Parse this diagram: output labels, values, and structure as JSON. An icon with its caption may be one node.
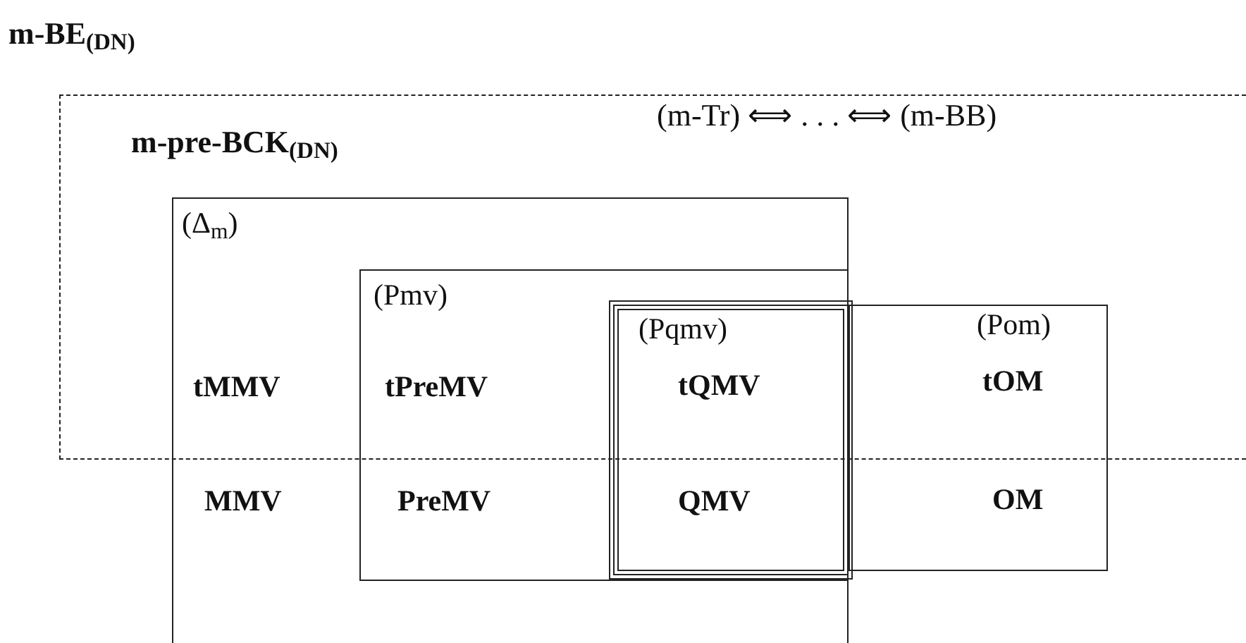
{
  "diagram": {
    "title": "m-BE$_{(DN)}$",
    "nodes": [
      {
        "text": [
          "m-pre-BCK$_{(DN)}$"
        ]
      },
      {
        "text": [
          "(Δ$_{m}$)",
          "tMMV",
          "MMV"
        ]
      },
      {
        "text": [
          "(Pmv)",
          "tPreMV",
          "PreMV"
        ],
        "in": 1
      },
      {
        "text": [
          "(Pqmv)",
          "tQMV",
          "QMV"
        ],
        "in": 2
      },
      {
        "text": [
          "(Pom)",
          "tOM",
          "OM"
        ]
      }
    ],
    "labels": [
      "(m-Tr) ⟺ . . . ⟺ (m-BB)"
    ]
  }
}
